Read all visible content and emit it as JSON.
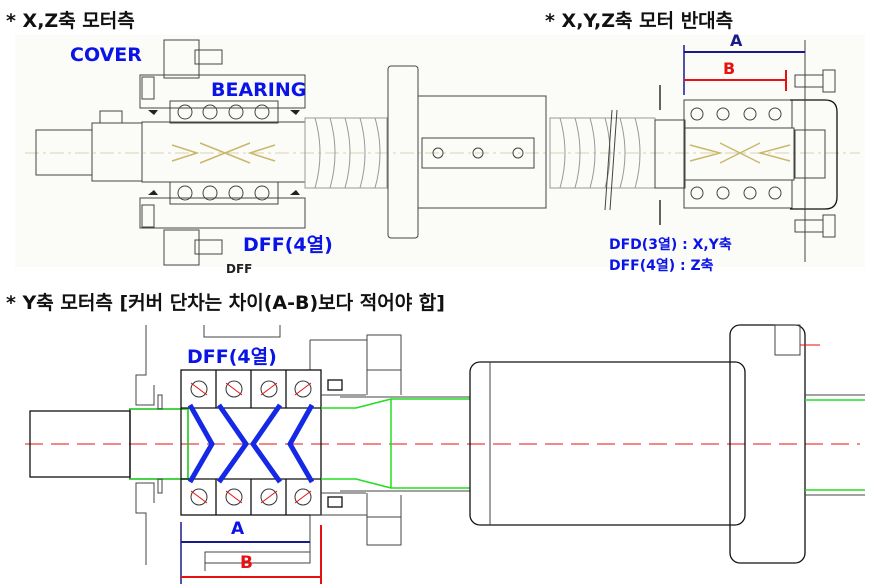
{
  "titles": {
    "xz_motor_side": "* X,Z축 모터측",
    "xyz_opposite_side": "* X,Y,Z축 모터 반대측",
    "y_motor_side": "* Y축 모터측 [커버 단차는 차이(A-B)보다 적어야 합]"
  },
  "top_left": {
    "cover_label": "COVER",
    "bearing_label": "BEARING",
    "dff_label": "DFF(4열)",
    "dff_small": "DFF"
  },
  "top_right": {
    "dim_a": "A",
    "dim_b": "B",
    "note_line1": "DFD(3열) : X,Y축",
    "note_line2": "DFF(4열) : Z축"
  },
  "bottom": {
    "dff_label": "DFF(4열)",
    "dim_a": "A",
    "dim_b": "B"
  },
  "colors": {
    "label_blue": "#0a14e6",
    "dim_red": "#e81010",
    "dim_navy": "#1a1a8c",
    "green": "#22dd22"
  }
}
